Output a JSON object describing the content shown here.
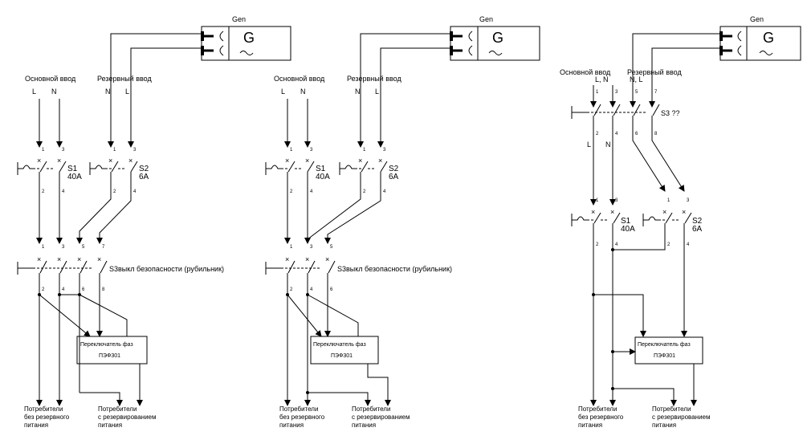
{
  "gen_label": "Gen",
  "gen_letter": "G",
  "gen_wave": "~",
  "main_input": "Основной ввод",
  "reserve_input": "Резервный ввод",
  "L": "L",
  "N": "N",
  "LN_main": "L, N",
  "NL_res": "N,  L",
  "s1": "S1",
  "s1_rating": "40A",
  "s2": "S2",
  "s2_rating": "6A",
  "s3_label": "S3выкл безопасности (рубильник)",
  "s3_q": "S3 ??",
  "switch_title": "Переключатель фаз",
  "switch_model": "ПЭФ301",
  "consumers_a": [
    "Потребители",
    "без резервного",
    "питания"
  ],
  "consumers_b": [
    "Потребители",
    "с резервированием",
    "питания"
  ]
}
